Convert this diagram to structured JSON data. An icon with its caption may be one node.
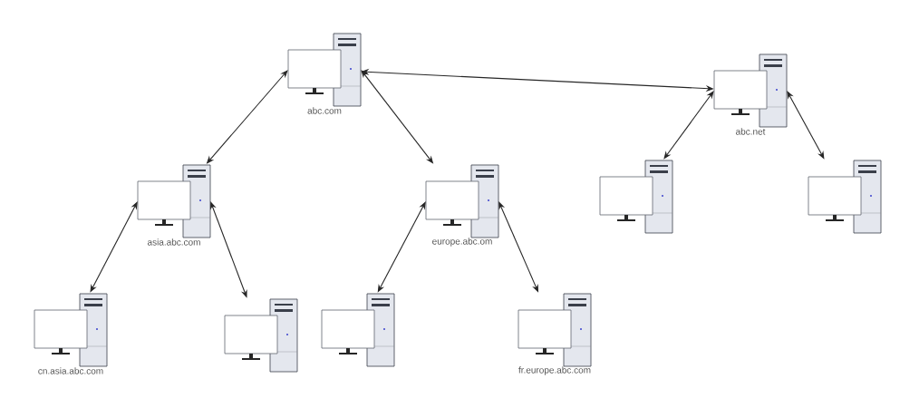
{
  "diagram": {
    "nodes": [
      {
        "text": [
          "abc.com"
        ]
      },
      {
        "text": [
          "abc.net"
        ]
      },
      {
        "text": [
          "asia.abc.com"
        ]
      },
      {
        "text": [
          "europe.abc.om"
        ]
      },
      {
        "text": [],
        "shape": "computer"
      },
      {
        "text": [],
        "shape": "computer"
      },
      {
        "text": [
          "cn.asia.abc.com"
        ]
      },
      {
        "text": [],
        "shape": "computer"
      },
      {
        "text": [],
        "shape": "computer"
      },
      {
        "text": [
          "fr.europe.abc.com"
        ]
      }
    ],
    "edges": [
      {
        "from": 0,
        "to": 1,
        "arrow": "both"
      },
      {
        "from": 0,
        "to": 2,
        "arrow": "both"
      },
      {
        "from": 0,
        "to": 3,
        "arrow": "both"
      },
      {
        "from": 1,
        "to": 4,
        "arrow": "both"
      },
      {
        "from": 1,
        "to": 5,
        "arrow": "both"
      },
      {
        "from": 2,
        "to": 6,
        "arrow": "both"
      },
      {
        "from": 2,
        "to": 7,
        "arrow": "both"
      },
      {
        "from": 3,
        "to": 8,
        "arrow": "both"
      },
      {
        "from": 3,
        "to": 9,
        "arrow": "both"
      }
    ]
  }
}
